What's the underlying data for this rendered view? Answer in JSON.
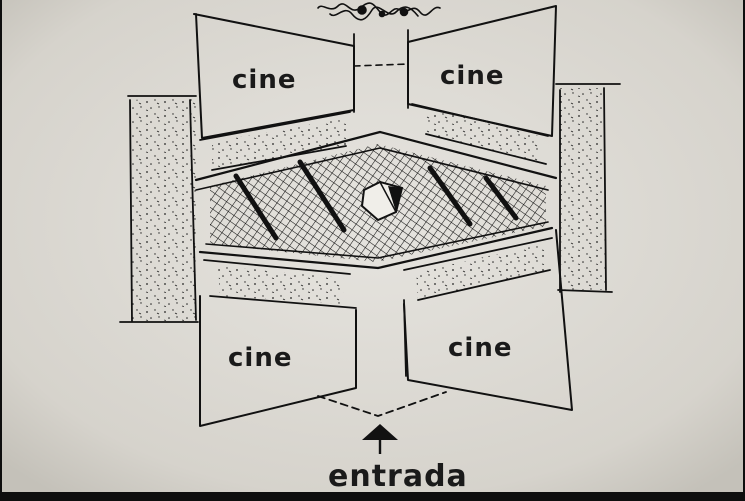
{
  "sketch": {
    "rooms": [
      {
        "id": "top-left",
        "label": "cine"
      },
      {
        "id": "top-right",
        "label": "cine"
      },
      {
        "id": "bottom-left",
        "label": "cine"
      },
      {
        "id": "bottom-right",
        "label": "cine"
      }
    ],
    "entrance_label": "entrada",
    "colors": {
      "paper": "#dedcd6",
      "ink": "#111111",
      "frame": "#0e0e0e"
    }
  }
}
